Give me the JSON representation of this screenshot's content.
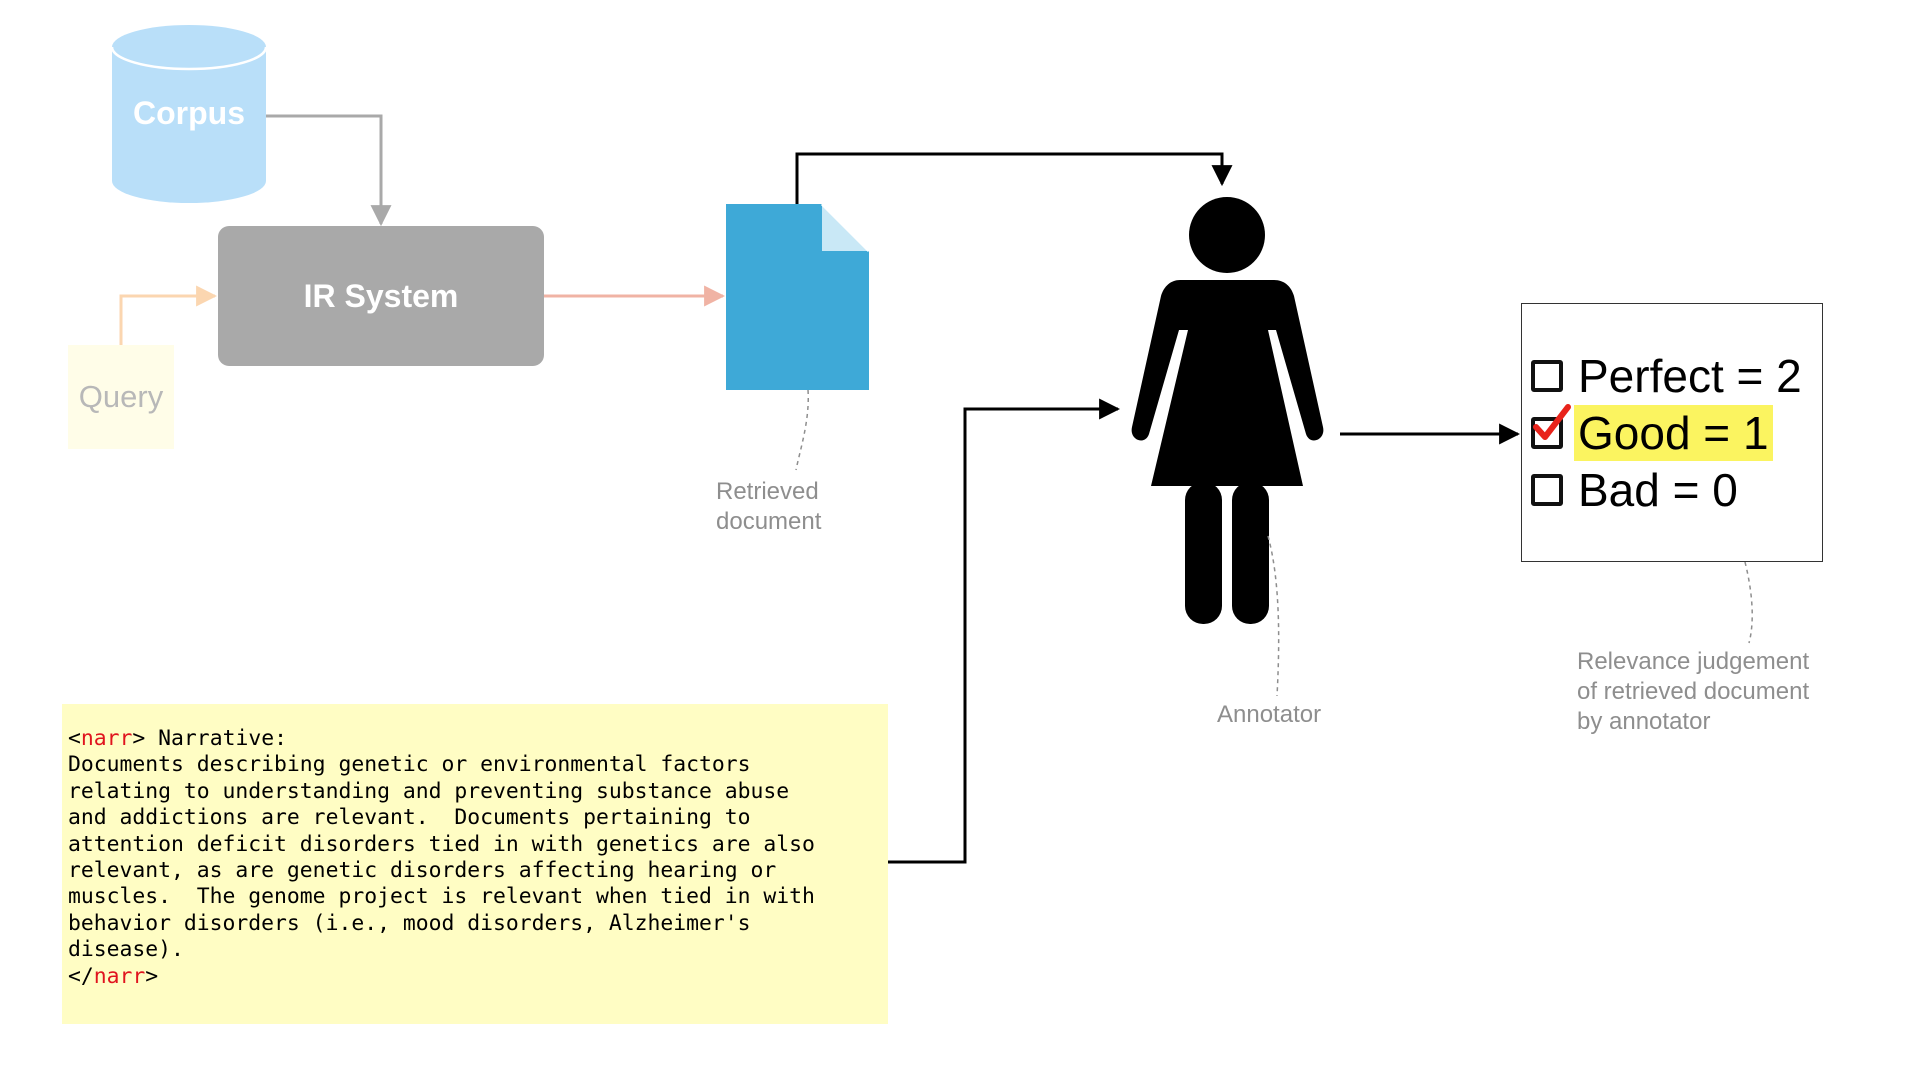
{
  "corpus": {
    "label": "Corpus"
  },
  "ir_system": {
    "label": "IR System"
  },
  "query": {
    "label": "Query"
  },
  "retrieved_document": {
    "label_line1": "Retrieved",
    "label_line2": "document"
  },
  "annotator": {
    "label": "Annotator"
  },
  "judgement": {
    "options": [
      {
        "text": "Perfect = 2",
        "checked": false,
        "highlighted": false
      },
      {
        "text": "Good = 1",
        "checked": true,
        "highlighted": true
      },
      {
        "text": "Bad = 0",
        "checked": false,
        "highlighted": false
      }
    ],
    "caption_line1": "Relevance judgement",
    "caption_line2": "of retrieved document",
    "caption_line3": "by annotator"
  },
  "narrative": {
    "open_tag_prefix": "<",
    "tag_name": "narr",
    "open_tag_suffix": ">",
    "heading": " Narrative:",
    "lines": [
      "Documents describing genetic or environmental factors",
      "relating to understanding and preventing substance abuse",
      "and addictions are relevant.  Documents pertaining to",
      "attention deficit disorders tied in with genetics are also",
      "relevant, as are genetic disorders affecting hearing or",
      "muscles.  The genome project is relevant when tied in with",
      "behavior disorders (i.e., mood disorders, Alzheimer's",
      "disease)."
    ],
    "close_tag_prefix": "</",
    "close_tag_suffix": ">"
  },
  "colors": {
    "corpus": "#b9dff9",
    "ir_system": "#a9a9a9",
    "document": "#3ea9d7",
    "query_bg": "#fffde8",
    "narrative_bg": "#fffdc4",
    "highlight": "#fbf460",
    "check": "#e8231b",
    "tag": "#e0141e"
  }
}
